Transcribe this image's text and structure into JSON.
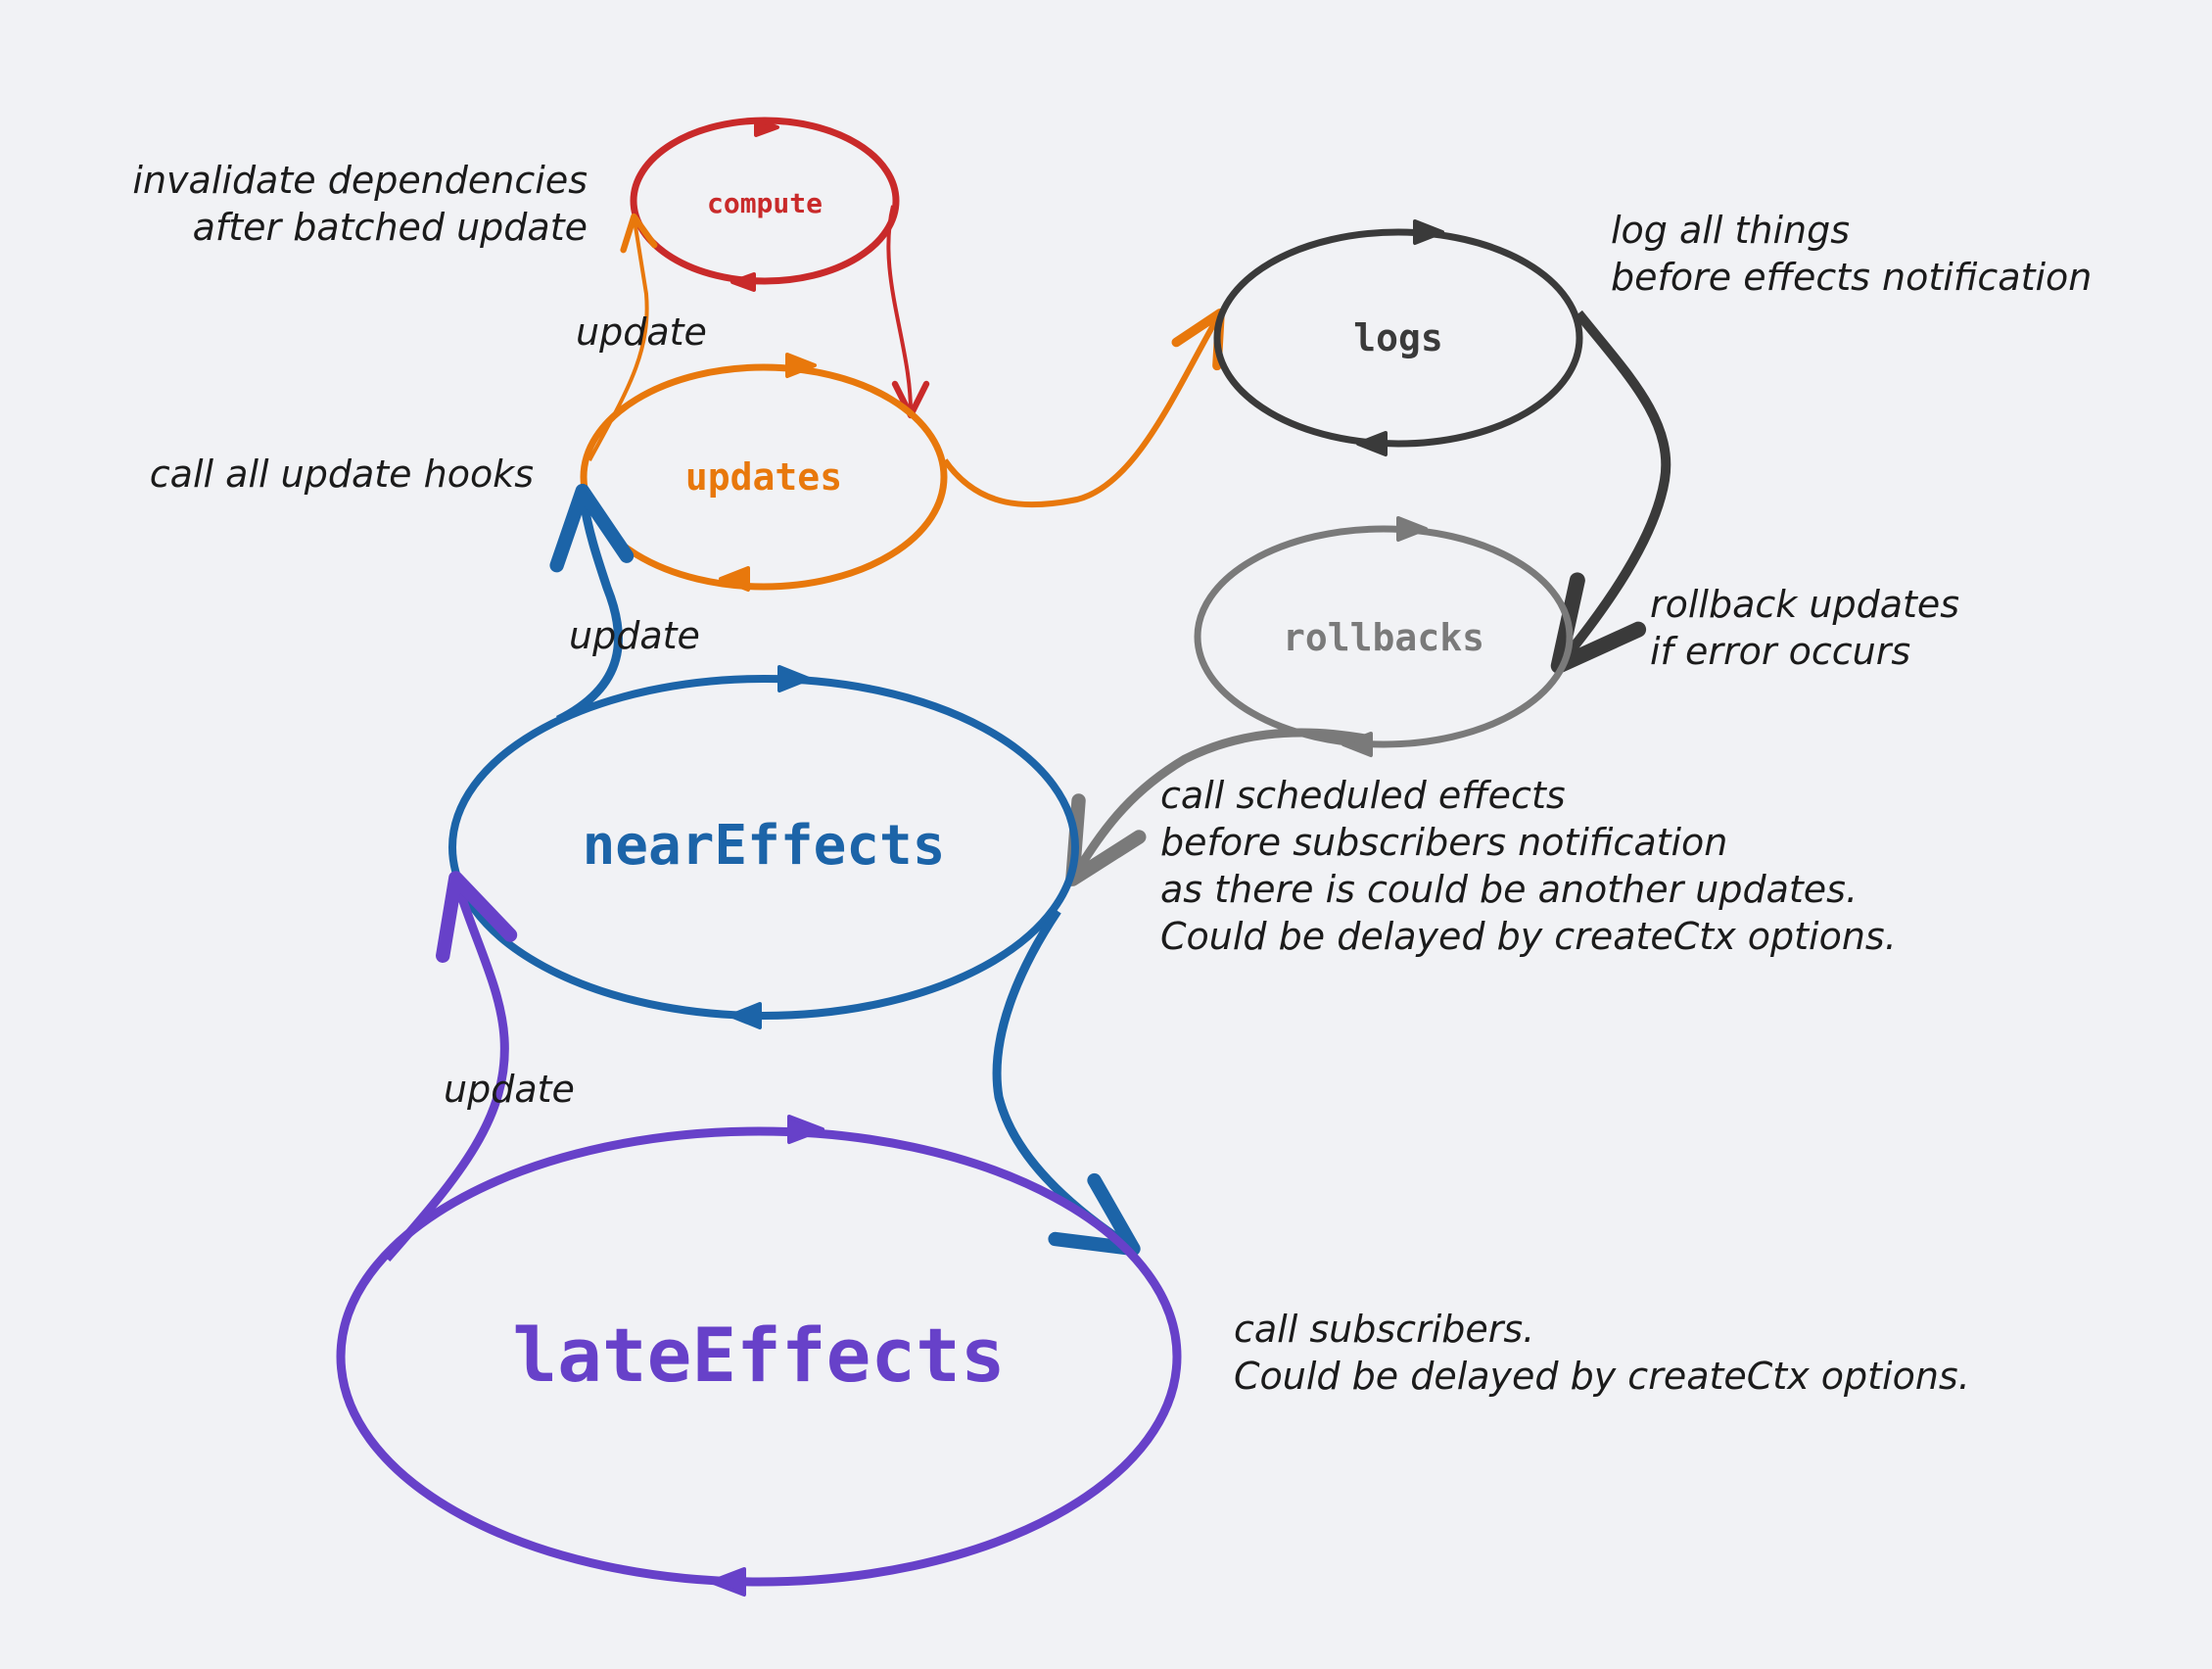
{
  "colors": {
    "background": "#f1f2f5",
    "compute": "#c92a2a",
    "updates": "#e8780c",
    "logs": "#3a3a3a",
    "rollbacks": "#7a7a7a",
    "nearEffects": "#1c64a8",
    "lateEffects": "#6741c9",
    "note_text": "#1b1b1b"
  },
  "nodes": {
    "compute": "compute",
    "updates": "updates",
    "logs": "logs",
    "rollbacks": "rollbacks",
    "nearEffects": "nearEffects",
    "lateEffects": "lateEffects"
  },
  "edges": {
    "updates_to_compute": "update",
    "near_to_updates": "update",
    "late_to_near": "update"
  },
  "notes": {
    "compute": [
      "invalidate dependencies",
      "after batched update"
    ],
    "updates": [
      "call all update hooks"
    ],
    "logs": [
      "log all things",
      "before effects notification"
    ],
    "rollbacks": [
      "rollback updates",
      "if error occurs"
    ],
    "nearEffects": [
      "call scheduled effects",
      "before subscribers notification",
      "as there is could be another updates.",
      "Could be delayed by createCtx options."
    ],
    "lateEffects": [
      "call subscribers.",
      "Could be delayed by createCtx options."
    ]
  }
}
